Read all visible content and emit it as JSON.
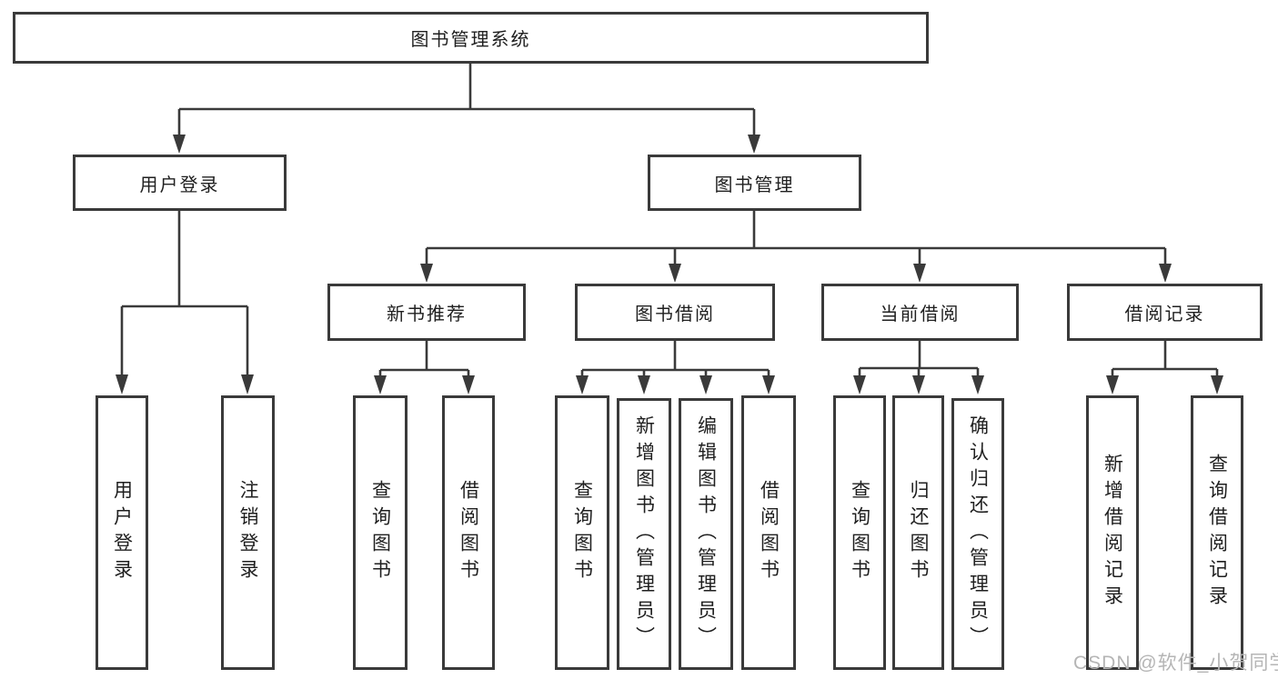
{
  "colors": {
    "line": "#3a3a3a",
    "box_border": "#3a3a3a",
    "box_fill": "#ffffff",
    "text": "#1f1f1f",
    "watermark": "#b5b5b5",
    "background": "#ffffff"
  },
  "diagram": {
    "root": "图书管理系统",
    "branches": [
      {
        "label": "用户登录",
        "children": [
          "用户登录",
          "注销登录"
        ]
      },
      {
        "label": "图书管理",
        "children": [
          {
            "label": "新书推荐",
            "children": [
              "查询图书",
              "借阅图书"
            ]
          },
          {
            "label": "图书借阅",
            "children": [
              "查询图书",
              "新增图书（管理员）",
              "编辑图书（管理员）",
              "借阅图书"
            ]
          },
          {
            "label": "当前借阅",
            "children": [
              "查询图书",
              "归还图书",
              "确认归还（管理员）"
            ]
          },
          {
            "label": "借阅记录",
            "children": [
              "新增借阅记录",
              "查询借阅记录"
            ]
          }
        ]
      }
    ]
  },
  "watermark": "CSDN @软件_小贺同学"
}
